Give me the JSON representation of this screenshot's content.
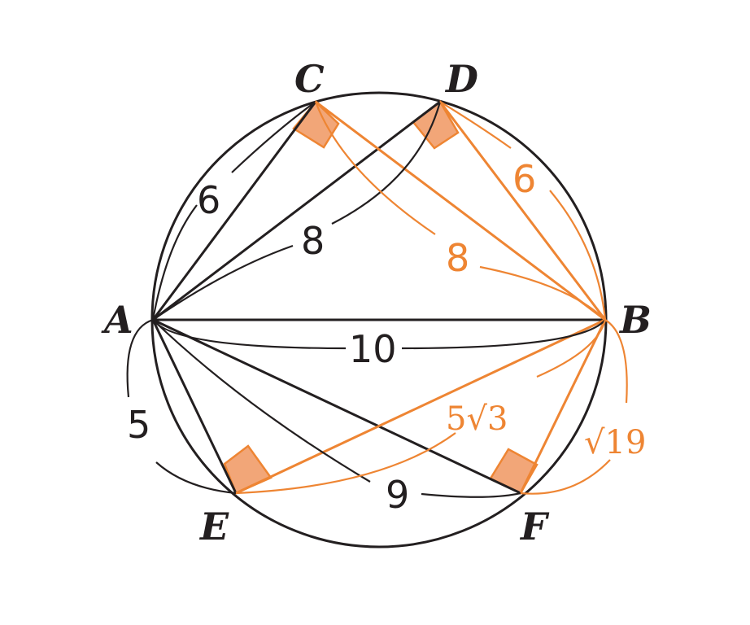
{
  "points": {
    "A": "A",
    "B": "B",
    "C": "C",
    "D": "D",
    "E": "E",
    "F": "F"
  },
  "lengths": {
    "AC": "6",
    "AD": "8",
    "AB": "10",
    "AE": "5",
    "AF": "9",
    "BD": "6",
    "BC": "8",
    "BE": "5√3",
    "BF": "√19"
  },
  "colors": {
    "black": "#231f20",
    "orange": "#ee8533",
    "right_angle_fill": "#f2a678"
  }
}
